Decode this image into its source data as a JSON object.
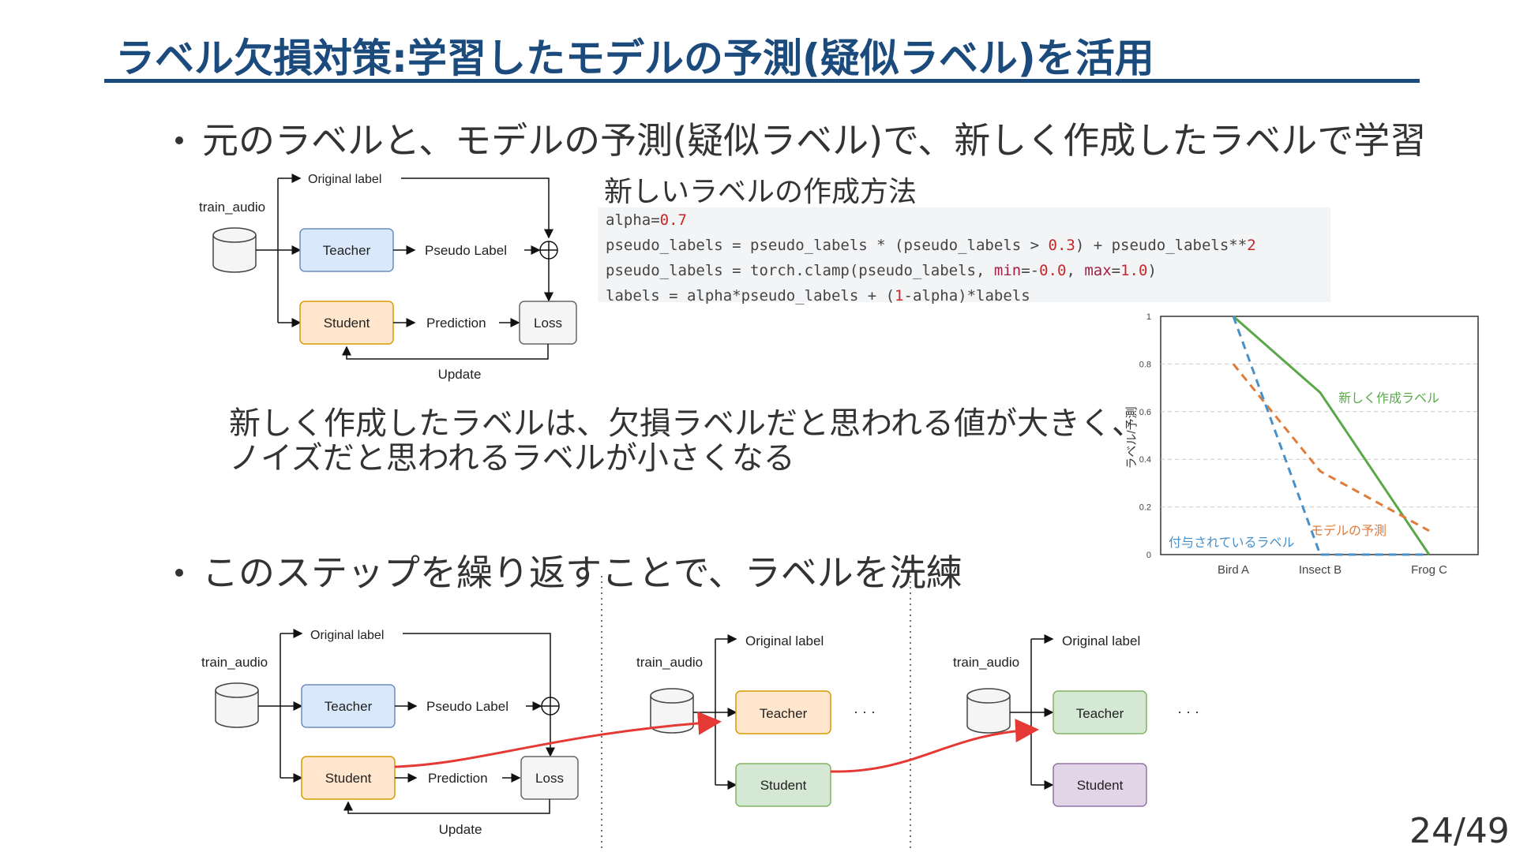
{
  "slide": {
    "title": "ラベル欠損対策:学習したモデルの予測(疑似ラベル)を活用",
    "bullet1": "元のラベルと、モデルの予測(疑似ラベル)で、新しく作成したラベルで学習",
    "bullet2": "このステップを繰り返すことで、ラベルを洗練",
    "note_line1": "新しく作成したラベルは、欠損ラベルだと思われる値が大きく、",
    "note_line2": "ノイズだと思われるラベルが小さくなる",
    "page_number": "24/49"
  },
  "method": {
    "heading": "新しいラベルの作成方法",
    "code": {
      "l1_a": "alpha=",
      "l1_n": "0.7",
      "l2_a": "pseudo_labels = pseudo_labels * (pseudo_labels > ",
      "l2_n1": "0.3",
      "l2_b": ") + pseudo_labels**",
      "l2_n2": "2",
      "l3_a": "pseudo_labels = torch.clamp(pseudo_labels, ",
      "l3_k1": "min",
      "l3_b": "=-",
      "l3_n1": "0.0",
      "l3_c": ", ",
      "l3_k2": "max",
      "l3_d": "=",
      "l3_n2": "1.0",
      "l3_e": ")",
      "l4_a": "labels = alpha*pseudo_labels + (",
      "l4_n": "1",
      "l4_b": "-alpha)*labels"
    }
  },
  "diagram": {
    "train_audio": "train_audio",
    "original_label": "Original label",
    "teacher": "Teacher",
    "student": "Student",
    "pseudo_label": "Pseudo Label",
    "prediction": "Prediction",
    "loss": "Loss",
    "update": "Update",
    "ellipsis": "· · ·"
  },
  "colors": {
    "title": "#1b4a7c",
    "teacher_blue": "#dae8fc",
    "student_orange": "#ffe6cc",
    "green": "#d5e8d4",
    "purple": "#e1d5e7",
    "arrow_red": "#e53935"
  },
  "chart_data": {
    "type": "line",
    "categories": [
      "Bird A",
      "Insect B",
      "Frog C"
    ],
    "ylabel": "ラベル/予測",
    "ylim": [
      0,
      1
    ],
    "yticks": [
      "0",
      "0.2",
      "0.4",
      "0.6",
      "0.8",
      "1"
    ],
    "grid": true,
    "series": [
      {
        "name": "新しく作成ラベル",
        "style": "solid",
        "color": "#5ba84a",
        "points": [
          [
            0,
            1.0
          ],
          [
            1,
            0.68
          ],
          [
            2,
            0.0
          ]
        ]
      },
      {
        "name": "モデルの予測",
        "style": "dashed",
        "color": "#e07b39",
        "points": [
          [
            0,
            0.8
          ],
          [
            1,
            0.35
          ],
          [
            2.0,
            0.1
          ]
        ]
      },
      {
        "name": "付与されているラベル",
        "style": "dashed",
        "color": "#4a90c8",
        "points": [
          [
            0,
            1.0
          ],
          [
            1,
            0.0
          ],
          [
            2,
            0.0
          ]
        ]
      }
    ]
  }
}
